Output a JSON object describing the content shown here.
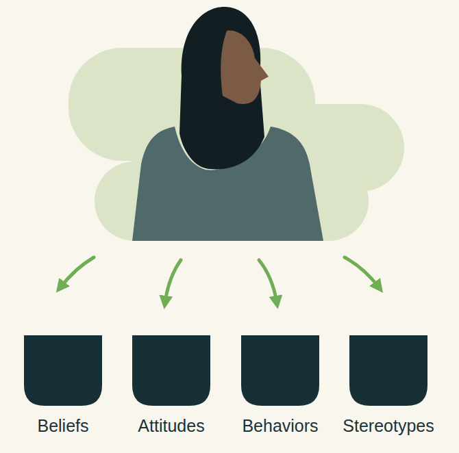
{
  "diagram": {
    "nodes": [
      {
        "text": [
          "Beliefs"
        ]
      },
      {
        "text": [
          "Attitudes"
        ]
      },
      {
        "text": [
          "Behaviors"
        ]
      },
      {
        "text": [
          "Stereotypes"
        ]
      }
    ]
  }
}
